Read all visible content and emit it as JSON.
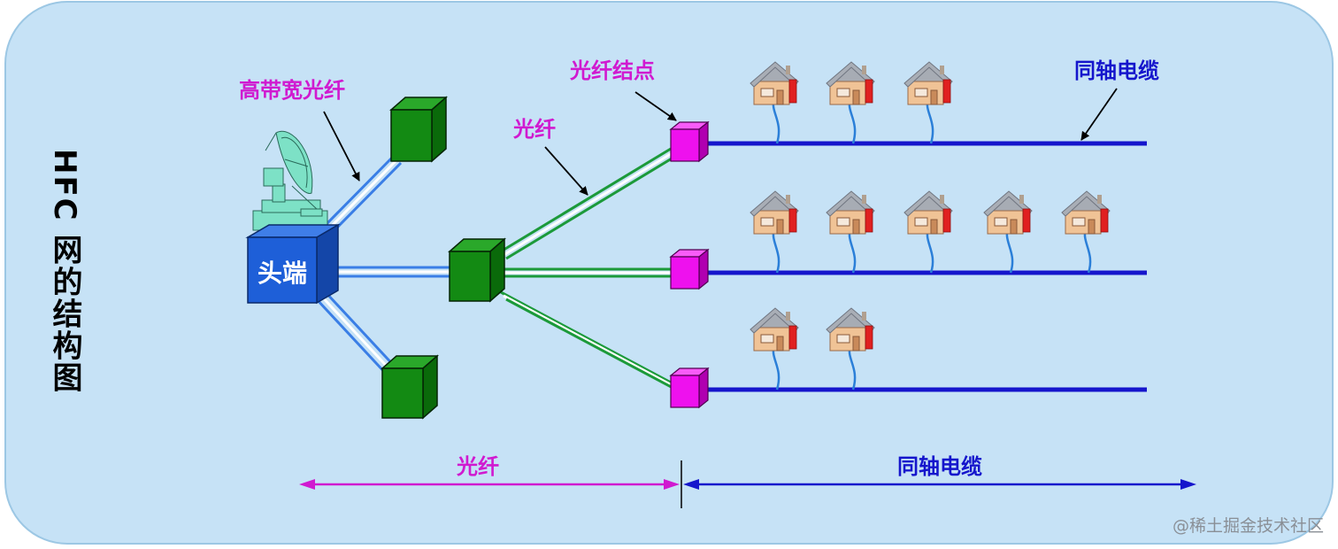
{
  "title": "HFC 网的结构图",
  "labels": {
    "headend": "头端",
    "high_bw_fiber": "高带宽光纤",
    "fiber": "光纤",
    "fiber_node": "光纤结点",
    "coax": "同轴电缆"
  },
  "bottom_scale": {
    "left_label": "光纤",
    "right_label": "同轴电缆"
  },
  "watermark": "@稀土掘金技术社区",
  "colors": {
    "background": "#c6e2f6",
    "headend": "#1e5fd8",
    "hub": "#138a13",
    "node": "#ee11ee",
    "label_pink": "#d01ad0",
    "coax_blue": "#1515cc",
    "dish": "#7de1c6"
  },
  "icons": [
    "satellite-dish-icon",
    "house-icon"
  ]
}
